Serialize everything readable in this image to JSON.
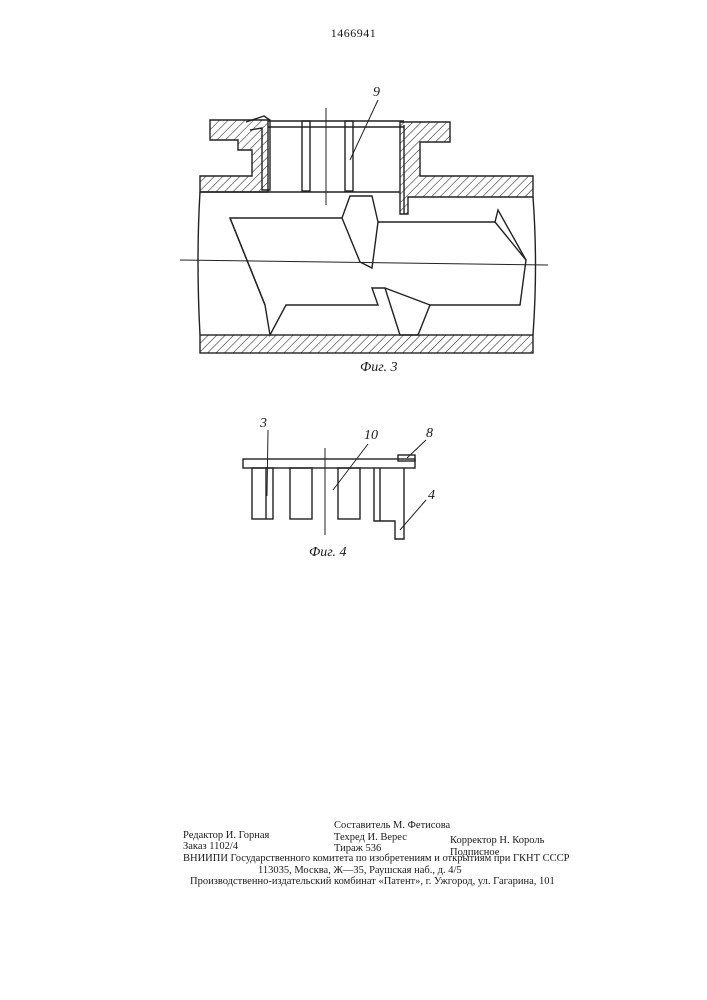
{
  "document": {
    "patent_number": "1466941"
  },
  "figure3": {
    "caption": "Фиг. 3",
    "labels": {
      "item9": "9"
    }
  },
  "figure4": {
    "caption": "Фиг. 4",
    "labels": {
      "item3": "3",
      "item10": "10",
      "item8": "8",
      "item4": "4"
    }
  },
  "footer": {
    "compiler": "Составитель М. Фетисова",
    "editor": "Редактор И. Горная",
    "tech_editor": "Техред И. Верес",
    "corrector": "Корректор Н. Король",
    "order": "Заказ 1102/4",
    "circulation": "Тираж 536",
    "subscription": "Подписное",
    "institute": "ВНИИПИ Государственного комитета по изобретениям и открытиям при ГКНТ СССР",
    "address": "113035, Москва, Ж—35, Раушская наб., д. 4/5",
    "publisher": "Производственно-издательский комбинат «Патент», г. Ужгород, ул. Гагарина, 101"
  }
}
